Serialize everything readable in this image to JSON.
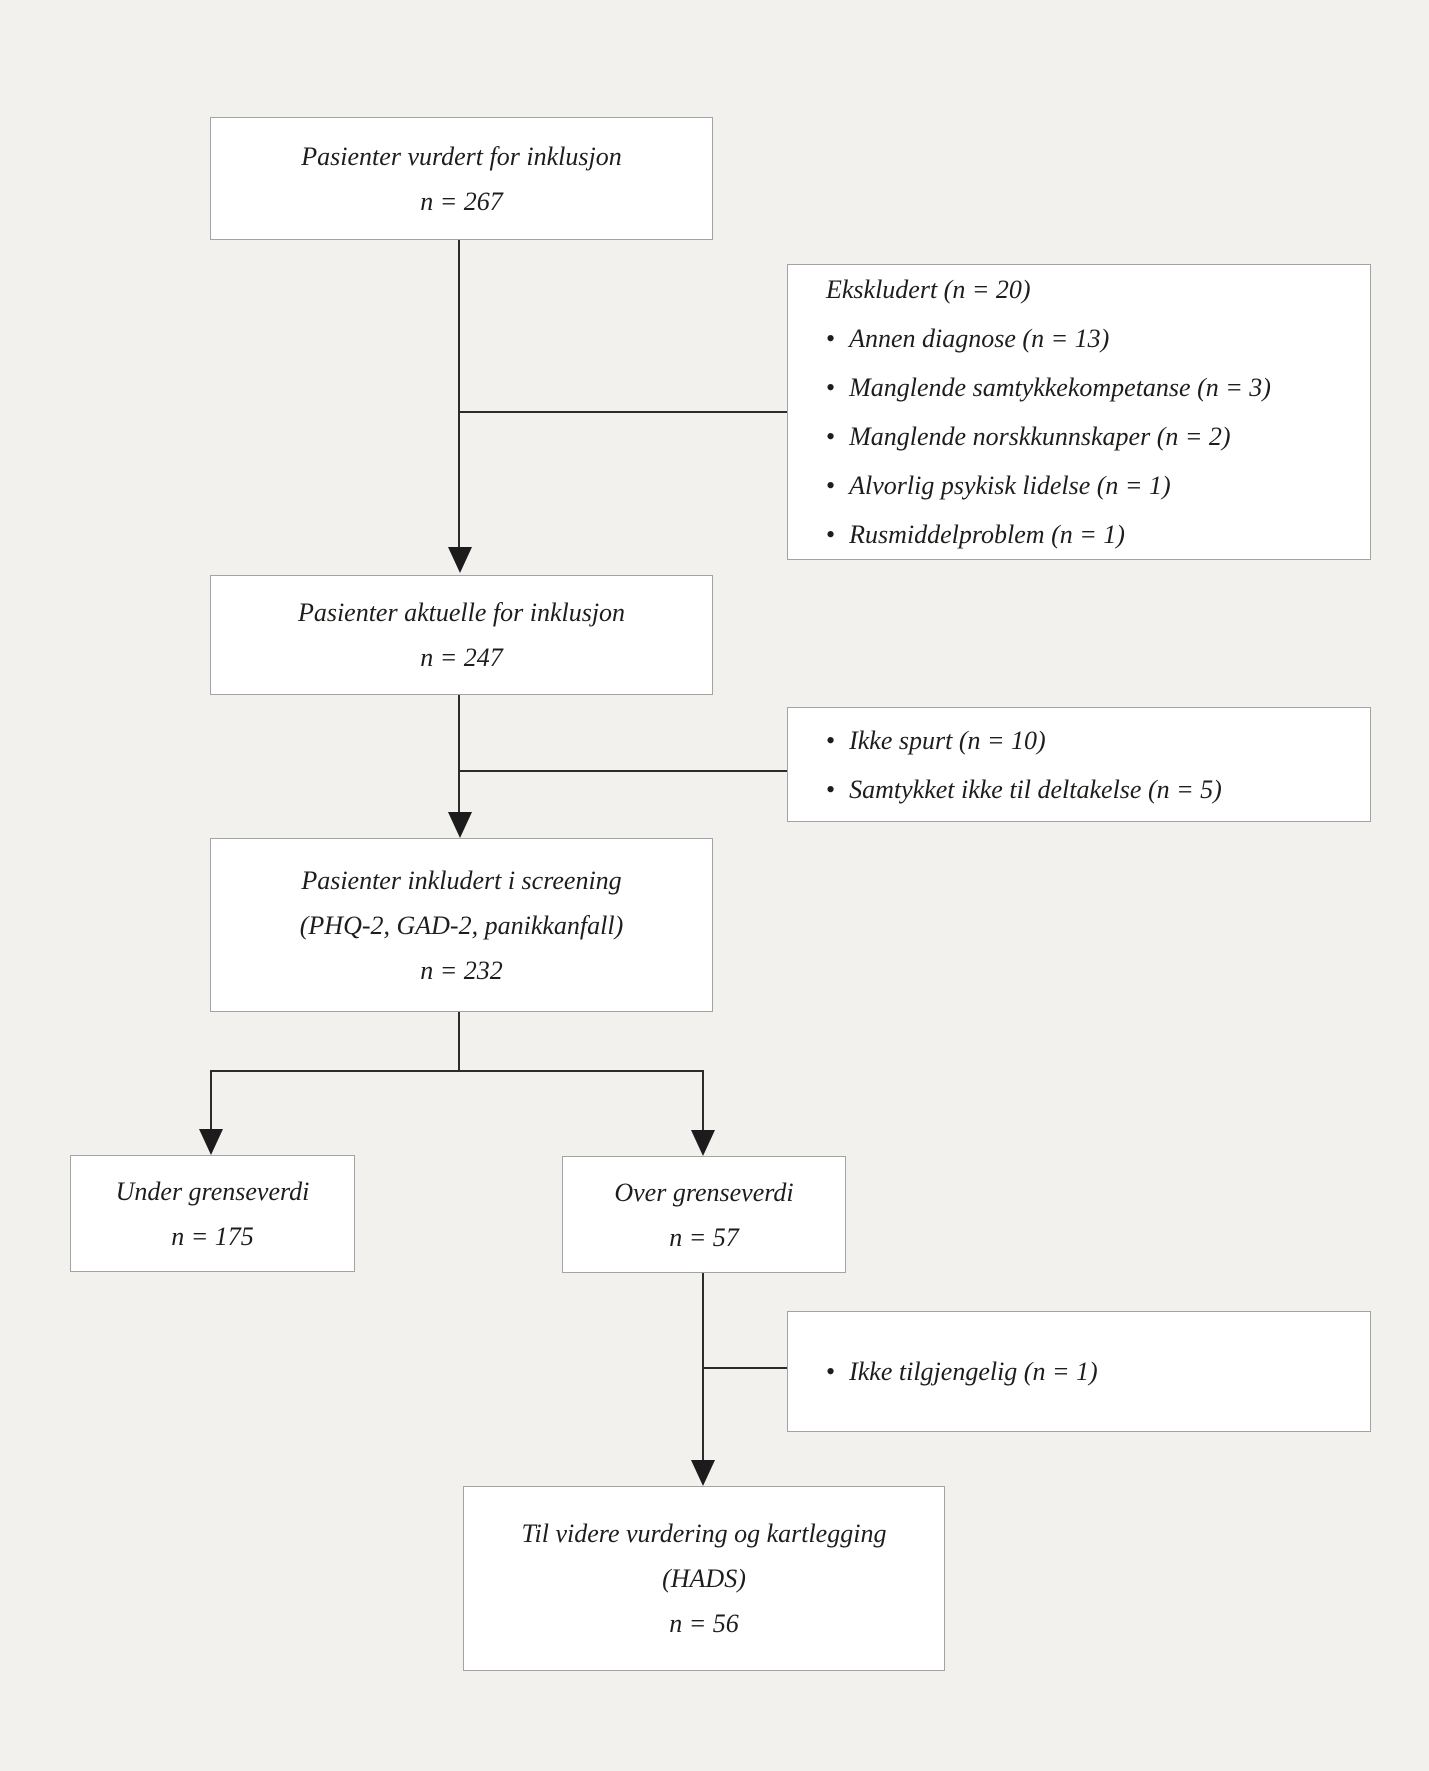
{
  "diagram": {
    "background_color": "#f2f1ee",
    "box_background_color": "#ffffff",
    "box_border_color": "#a3a3a3",
    "line_color": "#2c2c2c",
    "text_color": "#1d1d1b",
    "nodes": {
      "assessed": {
        "lines": [
          "Pasienter vurdert for inklusjon",
          "n = 267"
        ]
      },
      "excluded": {
        "heading": "Ekskludert (n = 20)",
        "items": [
          "Annen diagnose (n = 13)",
          "Manglende samtykkekompetanse (n = 3)",
          "Manglende norskkunnskaper (n = 2)",
          "Alvorlig psykisk lidelse (n = 1)",
          "Rusmiddelproblem (n = 1)"
        ]
      },
      "eligible": {
        "lines": [
          "Pasienter aktuelle for inklusjon",
          "n = 247"
        ]
      },
      "not_asked": {
        "items": [
          "Ikke spurt (n = 10)",
          "Samtykket ikke til deltakelse (n = 5)"
        ]
      },
      "screened": {
        "lines": [
          "Pasienter inkludert i screening",
          "(PHQ-2, GAD-2, panikkanfall)",
          "n = 232"
        ]
      },
      "below_cutoff": {
        "lines": [
          "Under grenseverdi",
          "n = 175"
        ]
      },
      "above_cutoff": {
        "lines": [
          "Over grenseverdi",
          "n = 57"
        ]
      },
      "unavailable": {
        "items": [
          "Ikke tilgjengelig (n = 1)"
        ]
      },
      "final": {
        "lines": [
          "Til videre vurdering og kartlegging",
          "(HADS)",
          "n = 56"
        ]
      }
    }
  }
}
